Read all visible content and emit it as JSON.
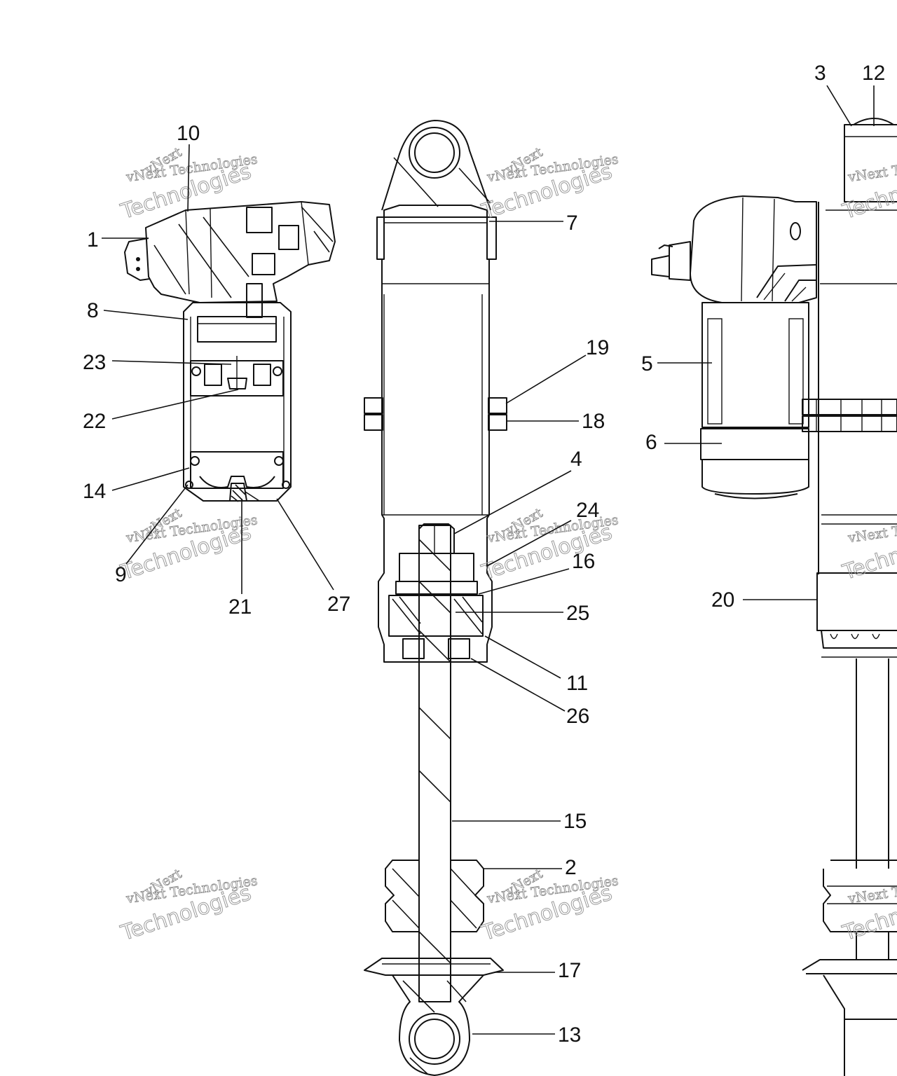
{
  "diagram": {
    "callouts": [
      {
        "id": "c1",
        "label": "1"
      },
      {
        "id": "c2",
        "label": "2"
      },
      {
        "id": "c3",
        "label": "3"
      },
      {
        "id": "c4",
        "label": "4"
      },
      {
        "id": "c5",
        "label": "5"
      },
      {
        "id": "c6",
        "label": "6"
      },
      {
        "id": "c7",
        "label": "7"
      },
      {
        "id": "c8",
        "label": "8"
      },
      {
        "id": "c9",
        "label": "9"
      },
      {
        "id": "c10",
        "label": "10"
      },
      {
        "id": "c11",
        "label": "11"
      },
      {
        "id": "c12",
        "label": "12"
      },
      {
        "id": "c13",
        "label": "13"
      },
      {
        "id": "c14",
        "label": "14"
      },
      {
        "id": "c15",
        "label": "15"
      },
      {
        "id": "c16",
        "label": "16"
      },
      {
        "id": "c17",
        "label": "17"
      },
      {
        "id": "c18",
        "label": "18"
      },
      {
        "id": "c19",
        "label": "19"
      },
      {
        "id": "c20",
        "label": "20"
      },
      {
        "id": "c21",
        "label": "21"
      },
      {
        "id": "c22",
        "label": "22"
      },
      {
        "id": "c23",
        "label": "23"
      },
      {
        "id": "c24",
        "label": "24"
      },
      {
        "id": "c25",
        "label": "25"
      },
      {
        "id": "c26",
        "label": "26"
      },
      {
        "id": "c27",
        "label": "27"
      }
    ]
  },
  "watermark": {
    "line1": "vNext",
    "line2": "vNext Technologies",
    "line3": "Technologies"
  }
}
